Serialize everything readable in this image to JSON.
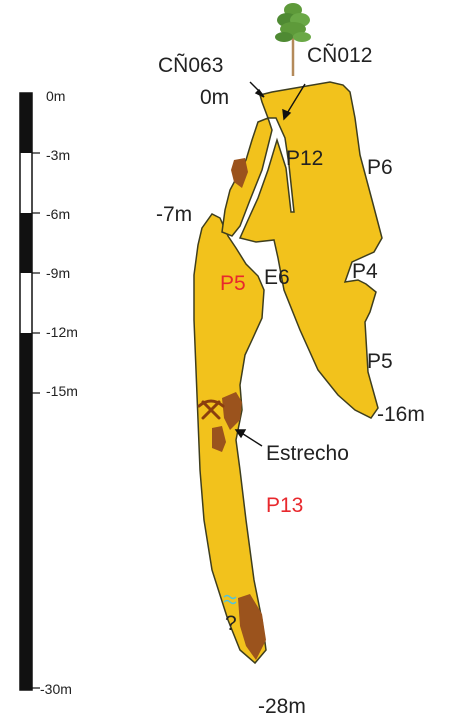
{
  "scale": {
    "ticks": [
      "0m",
      "-3m",
      "-6m",
      "-9m",
      "-12m",
      "-15m",
      "-30m"
    ]
  },
  "labels": {
    "entrance_a": "CÑ063",
    "entrance_b": "CÑ012",
    "depth_top": "0m",
    "depth_7": "-7m",
    "depth_16": "-16m",
    "depth_28": "-28m",
    "pit_p12": "P12",
    "pit_p6": "P6",
    "pit_p5_red": "P5",
    "stage_e6": "E6",
    "pit_p4": "P4",
    "pit_p5": "P5",
    "narrow": "Estrecho",
    "pit_p13": "P13",
    "unknown": "?"
  },
  "icons": [
    "tree-icon",
    "pickaxe-icon",
    "water-icon"
  ],
  "colors": {
    "cave_fill": "#f2c21c",
    "cave_outline": "#3e3e1e",
    "sediment": "#9b531d",
    "red_label": "#e8282d",
    "water": "#4fc3e0"
  }
}
